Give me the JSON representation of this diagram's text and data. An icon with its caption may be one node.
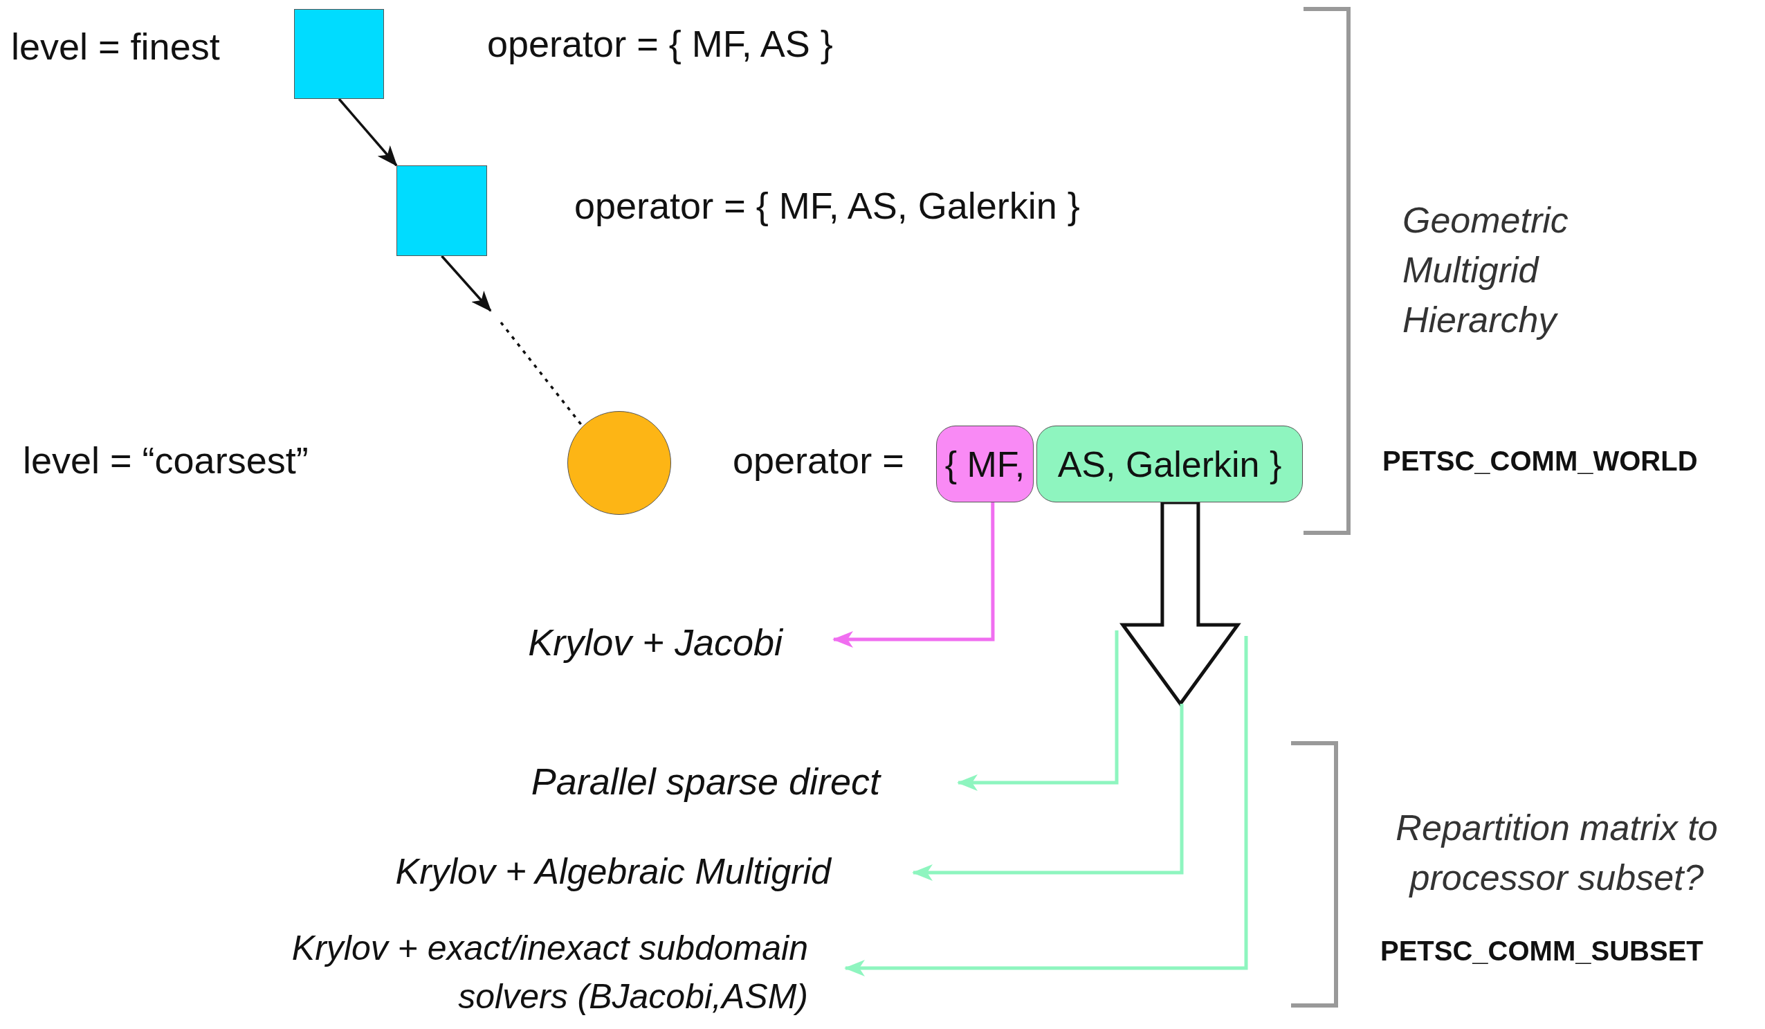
{
  "diagram": {
    "nodes": [
      {
        "text": [],
        "shape": "box"
      },
      {
        "text": [],
        "shape": "box"
      },
      {
        "text": [],
        "shape": "circle"
      },
      {
        "text": [
          "{ MF,"
        ]
      },
      {
        "text": [
          "AS, Galerkin }"
        ]
      },
      {
        "text": [
          "Krylov + Jacobi"
        ]
      },
      {
        "text": [
          "Parallel sparse direct"
        ]
      },
      {
        "text": [
          "Krylov + Algebraic Multigrid"
        ]
      },
      {
        "text": [
          "Krylov + exact/inexact subdomain solvers (BJacobi,ASM)"
        ]
      }
    ],
    "edges": [
      {
        "from": 0,
        "to": 1,
        "arrow": "to",
        "color": "#111111"
      },
      {
        "from": 1,
        "to": null,
        "arrow": "to",
        "color": "#111111"
      },
      {
        "from": null,
        "to": 2,
        "arrow": "none",
        "style": "dashed",
        "color": "#111111"
      },
      {
        "from": 3,
        "to": 5,
        "arrow": "to",
        "color": "#f06ef0"
      },
      {
        "from": 4,
        "to": null,
        "arrow": "to",
        "style": "thick",
        "color": "#111111"
      },
      {
        "from": null,
        "to": 6,
        "arrow": "to",
        "color": "#8ef5bf"
      },
      {
        "from": null,
        "to": 7,
        "arrow": "to",
        "color": "#8ef5bf"
      },
      {
        "from": null,
        "to": 8,
        "arrow": "to",
        "color": "#8ef5bf"
      }
    ],
    "labels": [
      "level = finest",
      "operator = { MF, AS }",
      "operator = { MF, AS, Galerkin }",
      "Geometric Multigrid Hierarchy",
      "level = “coarsest”",
      "operator =",
      "PETSC_COMM_WORLD",
      "Repartition matrix to processor subset?",
      "PETSC_COMM_SUBSET"
    ]
  }
}
